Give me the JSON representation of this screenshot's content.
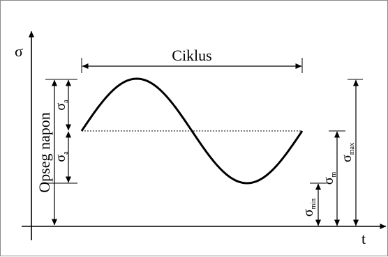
{
  "axes": {
    "y_label": "σ",
    "x_label": "t"
  },
  "labels": {
    "cycle": "Ciklus",
    "range": "Opseg napon",
    "sigma": "σ",
    "sub_a": "a",
    "sub_min": "min",
    "sub_m": "m",
    "sub_max": "max"
  },
  "colors": {
    "ink": "#000000",
    "frame": "#8a8a8a",
    "background": "#ffffff"
  }
}
